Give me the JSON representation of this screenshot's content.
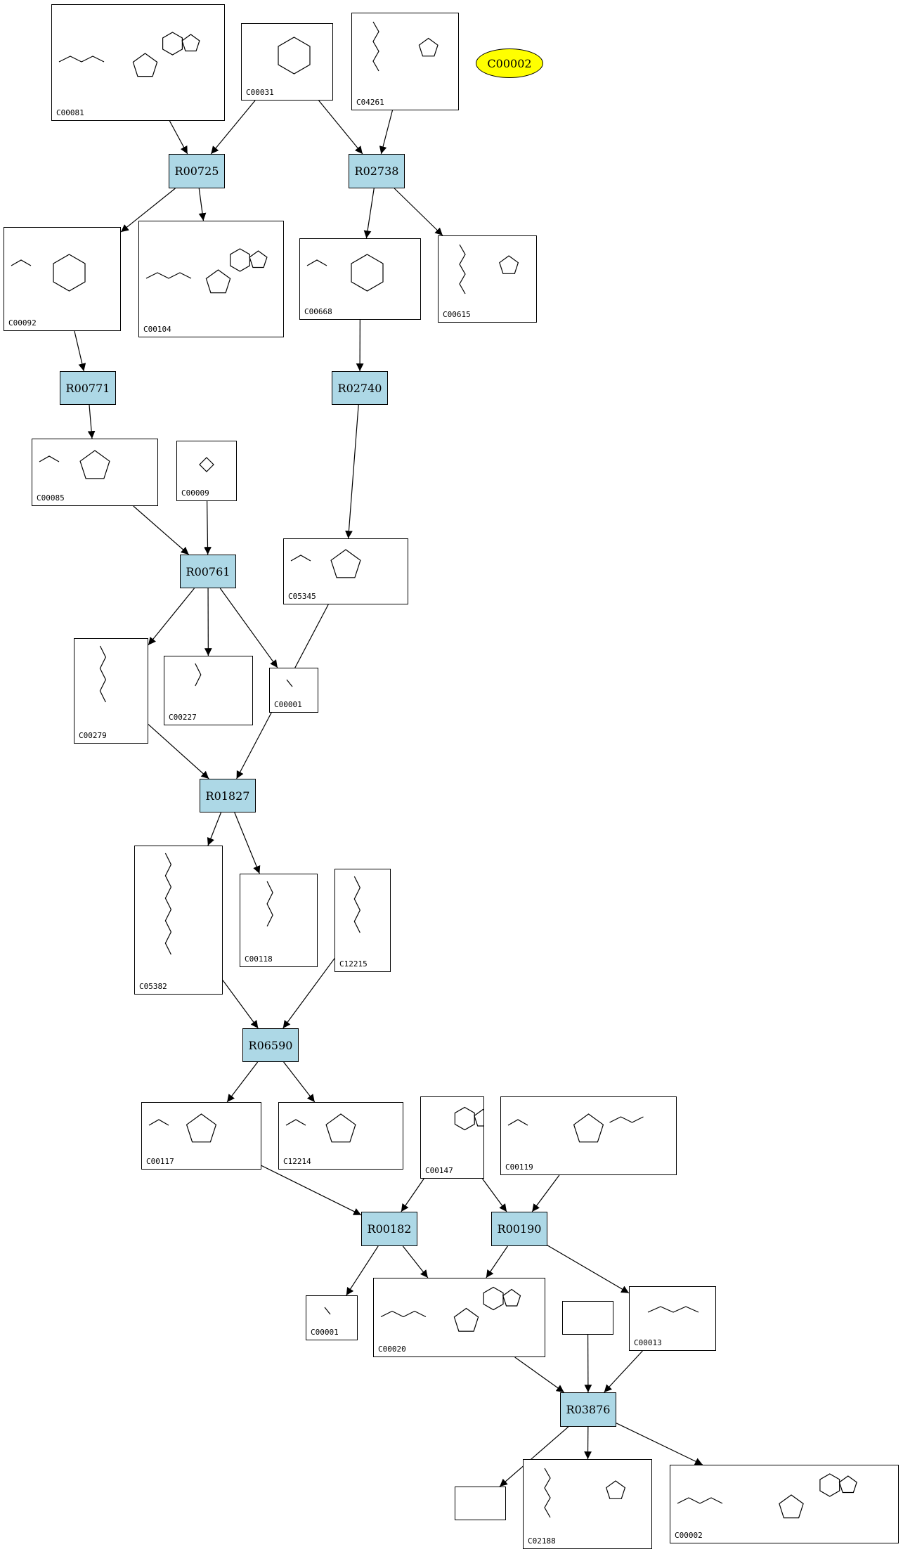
{
  "colors": {
    "reaction_fill": "#add8e6",
    "highlight_fill": "#ffff00",
    "compound_fill": "#ffffff",
    "stroke": "#000000"
  },
  "highlight": {
    "id": "C00002"
  },
  "compounds": [
    {
      "key": "c00081",
      "id": "C00081",
      "structure": "nucleoside-triphosphate"
    },
    {
      "key": "c00031",
      "id": "C00031",
      "structure": "pyranose-sugar"
    },
    {
      "key": "c04261",
      "id": "C04261",
      "structure": "phosphohistidine-peptide"
    },
    {
      "key": "c00092",
      "id": "C00092",
      "structure": "pyranose-6-phosphate"
    },
    {
      "key": "c00104",
      "id": "C00104",
      "structure": "nucleoside-diphosphate"
    },
    {
      "key": "c00668",
      "id": "C00668",
      "structure": "pyranose-6-phosphate"
    },
    {
      "key": "c00615",
      "id": "C00615",
      "structure": "histidine-peptide"
    },
    {
      "key": "c00085",
      "id": "C00085",
      "structure": "furanose-6-phosphate"
    },
    {
      "key": "c00009",
      "id": "C00009",
      "structure": "phosphate"
    },
    {
      "key": "c05345",
      "id": "C05345",
      "structure": "furanose-6-phosphate"
    },
    {
      "key": "c00279",
      "id": "C00279",
      "structure": "tetrose-phosphate"
    },
    {
      "key": "c00227",
      "id": "C00227",
      "structure": "acetyl-phosphate"
    },
    {
      "key": "c00001a",
      "id": "C00001",
      "structure": "water"
    },
    {
      "key": "c05382",
      "id": "C05382",
      "structure": "heptulose-phosphate"
    },
    {
      "key": "c00118",
      "id": "C00118",
      "structure": "triose-phosphate"
    },
    {
      "key": "c12215",
      "id": "C12215",
      "structure": "imino-tetritol-phosphate"
    },
    {
      "key": "c00117",
      "id": "C00117",
      "structure": "ribose-5-phosphate"
    },
    {
      "key": "c12214",
      "id": "C12214",
      "structure": "amino-furanose-phosphate"
    },
    {
      "key": "c00147",
      "id": "C00147",
      "structure": "purine-base"
    },
    {
      "key": "c00119",
      "id": "C00119",
      "structure": "prpp"
    },
    {
      "key": "c00001b",
      "id": "C00001",
      "structure": "water"
    },
    {
      "key": "c00020",
      "id": "C00020",
      "structure": "nucleoside-monophosphate"
    },
    {
      "key": "blank1",
      "id": "",
      "structure": "none"
    },
    {
      "key": "c00013",
      "id": "C00013",
      "structure": "diphosphate"
    },
    {
      "key": "blank2",
      "id": "",
      "structure": "none"
    },
    {
      "key": "c02188",
      "id": "C02188",
      "structure": "lysine-peptide"
    },
    {
      "key": "c00002",
      "id": "C00002",
      "structure": "nucleoside-triphosphate"
    }
  ],
  "reactions": [
    {
      "key": "r00725",
      "id": "R00725"
    },
    {
      "key": "r02738",
      "id": "R02738"
    },
    {
      "key": "r00771",
      "id": "R00771"
    },
    {
      "key": "r02740",
      "id": "R02740"
    },
    {
      "key": "r00761",
      "id": "R00761"
    },
    {
      "key": "r01827",
      "id": "R01827"
    },
    {
      "key": "r06590",
      "id": "R06590"
    },
    {
      "key": "r00182",
      "id": "R00182"
    },
    {
      "key": "r00190",
      "id": "R00190"
    },
    {
      "key": "r03876",
      "id": "R03876"
    }
  ],
  "edges": [
    [
      "c00081",
      "r00725"
    ],
    [
      "c00031",
      "r00725"
    ],
    [
      "c00031",
      "r02738"
    ],
    [
      "c04261",
      "r02738"
    ],
    [
      "r00725",
      "c00092"
    ],
    [
      "r00725",
      "c00104"
    ],
    [
      "r02738",
      "c00668"
    ],
    [
      "r02738",
      "c00615"
    ],
    [
      "c00092",
      "r00771"
    ],
    [
      "c00668",
      "r02740"
    ],
    [
      "r00771",
      "c00085"
    ],
    [
      "r02740",
      "c05345"
    ],
    [
      "c00085",
      "r00761"
    ],
    [
      "c00009",
      "r00761"
    ],
    [
      "r00761",
      "c00279"
    ],
    [
      "r00761",
      "c00227"
    ],
    [
      "r00761",
      "c00001a"
    ],
    [
      "c00279",
      "r01827"
    ],
    [
      "c05345",
      "r01827"
    ],
    [
      "r01827",
      "c05382"
    ],
    [
      "r01827",
      "c00118"
    ],
    [
      "c05382",
      "r06590"
    ],
    [
      "c12215",
      "r06590"
    ],
    [
      "r06590",
      "c00117"
    ],
    [
      "r06590",
      "c12214"
    ],
    [
      "c00117",
      "r00182"
    ],
    [
      "c00147",
      "r00182"
    ],
    [
      "c00147",
      "r00190"
    ],
    [
      "c00119",
      "r00190"
    ],
    [
      "r00182",
      "c00001b"
    ],
    [
      "r00182",
      "c00020"
    ],
    [
      "r00190",
      "c00020"
    ],
    [
      "r00190",
      "c00013"
    ],
    [
      "c00020",
      "r03876"
    ],
    [
      "blank1",
      "r03876"
    ],
    [
      "c00013",
      "r03876"
    ],
    [
      "r03876",
      "blank2"
    ],
    [
      "r03876",
      "c02188"
    ],
    [
      "r03876",
      "c00002"
    ]
  ]
}
